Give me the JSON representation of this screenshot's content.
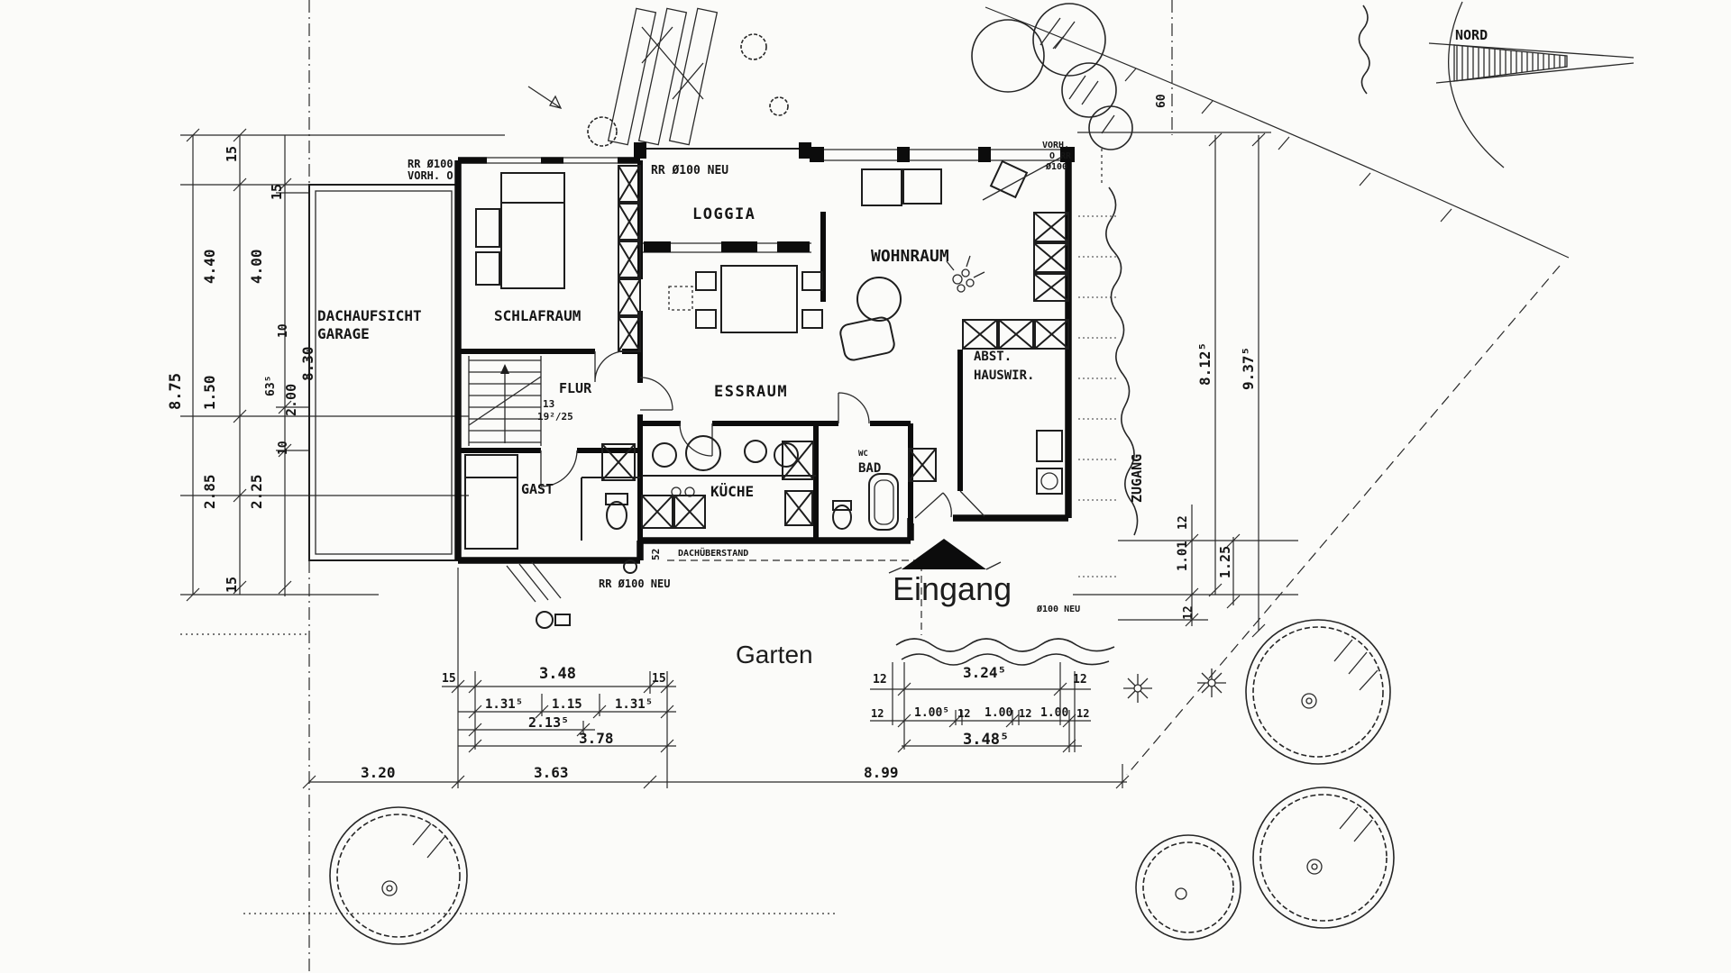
{
  "rooms": {
    "garage_line1": "DACHAUFSICHT",
    "garage_line2": "GARAGE",
    "schlafraum": "SCHLAFRAUM",
    "loggia": "LOGGIA",
    "wohnraum": "WOHNRAUM",
    "flur": "FLUR",
    "essraum": "ESSRAUM",
    "abst": "ABST.",
    "hauswir": "HAUSWIR.",
    "gast": "GAST",
    "kueche": "KÜCHE",
    "wc": "WC",
    "bad": "BAD",
    "zugang": "ZUGANG",
    "dachueberstand": "DACHÜBERSTAND",
    "eingang": "Eingang",
    "garten": "Garten",
    "nord": "NORD"
  },
  "annotations": {
    "rr_vorh_left_1": "RR Ø100",
    "rr_vorh_left_2": "VORH. O",
    "rr_neu_top": "RR Ø100 NEU",
    "vorh_right_1": "VORH.",
    "vorh_right_2": "O RR",
    "vorh_right_3": "Ø100",
    "rr_neu_bottom": "RR Ø100 NEU",
    "o100_neu": "Ø100 NEU",
    "stairs_line1": "13",
    "stairs_line2": "19²/25",
    "overhang_dim": "52",
    "top_right_dim": "60"
  },
  "dims": {
    "left_total": "8.75",
    "left_chain_a": [
      "15",
      "4.40",
      "1.50",
      "2.85",
      "15"
    ],
    "left_chain_b": [
      "15",
      "4.00",
      "10",
      "63⁵",
      "2.00",
      "10",
      "2.25"
    ],
    "left_inner": "8.30",
    "bottom_left_row1": [
      "15",
      "3.48",
      "15"
    ],
    "bottom_left_row2": [
      "1.31⁵",
      "1.15",
      "1.31⁵"
    ],
    "bottom_left_row3": "2.13⁵",
    "bottom_left_row4": "3.78",
    "bottom_row": [
      "3.20",
      "3.63",
      "8.99"
    ],
    "bottom_right_row1": [
      "12",
      "3.24⁵",
      "12"
    ],
    "bottom_right_row2": [
      "12",
      "1.00⁵",
      "12",
      "1.00",
      "12",
      "1.00",
      "12"
    ],
    "bottom_right_row3": "3.48⁵",
    "right_outer": "8.12⁵",
    "right_outer2": "9.37⁵",
    "right_small": [
      "12",
      "1.01",
      "1.25",
      "12"
    ]
  }
}
